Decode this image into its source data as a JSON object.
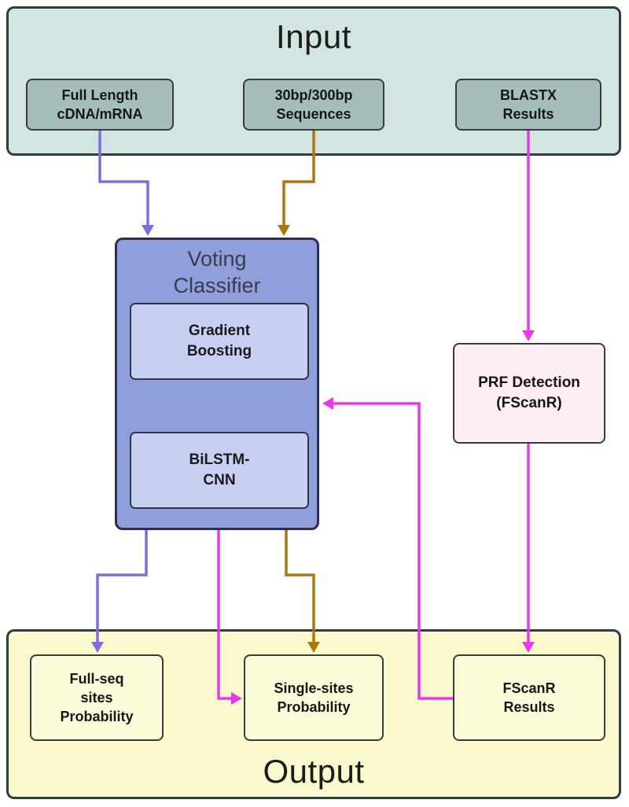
{
  "colors": {
    "arrow_purple": "#7d6ee0",
    "arrow_brown": "#aa7711",
    "arrow_magenta": "#e838e8",
    "input_container_bg": "#d3e5e3",
    "input_box_bg": "#a5bdbb",
    "classifier_bg": "#8f9fdc",
    "classifier_inner_bg": "#c8cff2",
    "prf_box_bg": "#fdeef5",
    "output_container_bg": "#f9f9cd",
    "output_box_bg": "#fcfcda"
  },
  "input_section": {
    "title": "Input",
    "boxes": [
      {
        "label": "Full Length\ncDNA/mRNA"
      },
      {
        "label": "30bp/300bp\nSequences"
      },
      {
        "label": "BLASTX\nResults"
      }
    ]
  },
  "classifier": {
    "title": "Voting\nClassifier",
    "models": [
      {
        "label": "Gradient\nBoosting"
      },
      {
        "label": "BiLSTM-\nCNN"
      }
    ]
  },
  "prf_detection": {
    "label": "PRF Detection\n(FScanR)"
  },
  "output_section": {
    "title": "Output",
    "boxes": [
      {
        "label": "Full-seq\nsites\nProbability"
      },
      {
        "label": "Single-sites\nProbability"
      },
      {
        "label": "FScanR\nResults"
      }
    ]
  }
}
